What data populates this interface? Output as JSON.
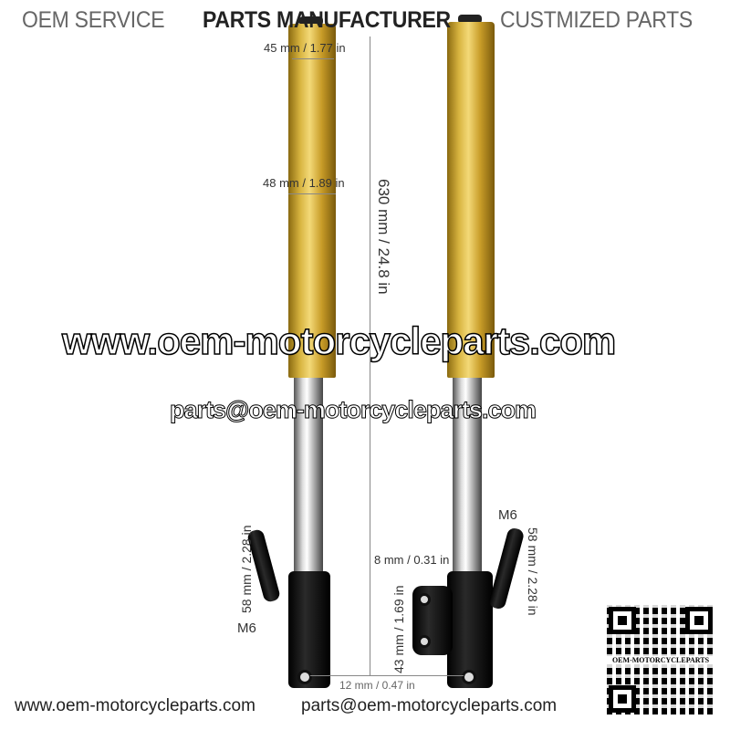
{
  "header": {
    "left": "OEM SERVICE",
    "center": "PARTS MANUFACTURER",
    "right": "CUSTMIZED PARTS"
  },
  "dimensions": {
    "top_diameter": "45 mm / 1.77 in",
    "tube_diameter": "48 mm / 1.89 in",
    "total_length": "630 mm / 24.8 in",
    "axle_hole": "12 mm / 0.47 in",
    "bracket_hole": "8 mm / 0.31 in",
    "caliper_spacing": "43 mm / 1.69 in",
    "mount_left": "58 mm / 2.28 in",
    "mount_right": "58 mm / 2.28 in",
    "thread_left": "M6",
    "thread_right": "M6"
  },
  "watermark": {
    "url": "www.oem-motorcycleparts.com",
    "email": "parts@oem-motorcycleparts.com"
  },
  "footer": {
    "url": "www.oem-motorcycleparts.com",
    "email": "parts@oem-motorcycleparts.com"
  },
  "qr": {
    "label": "OEM-MOTORCYCLEPARTS"
  },
  "colors": {
    "gold": "#d8b440",
    "black": "#000000"
  }
}
